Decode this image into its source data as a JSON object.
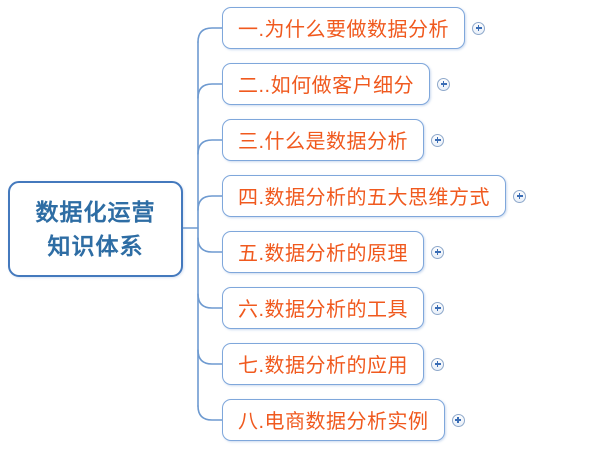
{
  "mindmap": {
    "root": {
      "line1": "数据化运营",
      "line2": "知识体系"
    },
    "branches": [
      {
        "label": "一.为什么要做数据分析"
      },
      {
        "label": "二..如何做客户细分"
      },
      {
        "label": "三.什么是数据分析"
      },
      {
        "label": "四.数据分析的五大思维方式"
      },
      {
        "label": "五.数据分析的原理"
      },
      {
        "label": "六.数据分析的工具"
      },
      {
        "label": "七.数据分析的应用"
      },
      {
        "label": "八.电商数据分析实例"
      }
    ],
    "expand_icon": "plus-circle",
    "colors": {
      "root_text": "#2E6DA4",
      "root_border": "#4479BD",
      "branch_text": "#F0591E",
      "branch_border": "#7FA7DB",
      "connector": "#6E9AD0",
      "background": "#FFFFFF"
    }
  }
}
